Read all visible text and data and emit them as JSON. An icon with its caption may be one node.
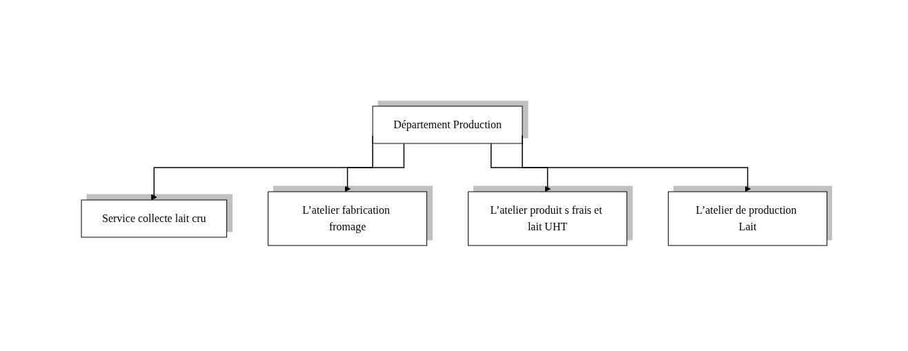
{
  "diagram": {
    "nodes": [
      {
        "text": [
          "Département Production"
        ]
      },
      {
        "text": [
          "Service collecte lait cru"
        ]
      },
      {
        "text": [
          "L’atelier fabrication fromage"
        ]
      },
      {
        "text": [
          "L’atelier produit s frais et lait UHT"
        ]
      },
      {
        "text": [
          "L’atelier de production Lait"
        ]
      }
    ],
    "edges": [
      {
        "from": 0,
        "to": 1,
        "arrow": "to"
      },
      {
        "from": 0,
        "to": 2,
        "arrow": "to"
      },
      {
        "from": 0,
        "to": 3,
        "arrow": "to"
      },
      {
        "from": 0,
        "to": 4,
        "arrow": "to"
      }
    ]
  }
}
